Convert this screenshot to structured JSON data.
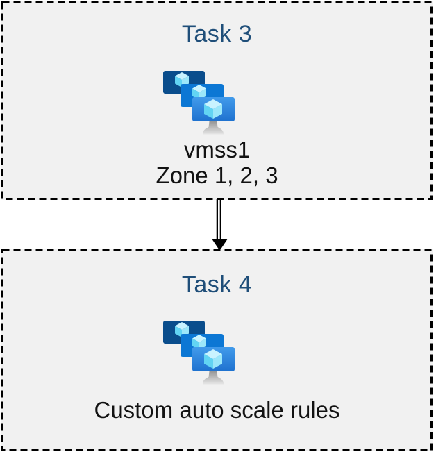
{
  "colors": {
    "page_bg": "#ffffff",
    "box_bg": "#f1f1f1",
    "box_border": "#000000",
    "title_blue": "#1f4e79",
    "text_black": "#121212",
    "monitor_dark": "#0a4d8c",
    "monitor_mid": "#0c77d4",
    "monitor_front_top": "#429beb",
    "monitor_front_bottom": "#1e71cf",
    "cube_top": "#c9f3ff",
    "cube_left": "#62d4f3",
    "cube_right": "#9be7fa",
    "stand_top": "#969696",
    "stand_bottom": "#e6e6e6",
    "arrow_color": "#000000"
  },
  "diagram": {
    "tasks": [
      {
        "title": "Task 3",
        "icon": "vm-scale-sets-icon",
        "lines": [
          "vmss1",
          "Zone 1, 2, 3"
        ]
      },
      {
        "title": "Task 4",
        "icon": "vm-scale-sets-icon",
        "lines": [
          "Custom auto scale rules"
        ]
      }
    ],
    "connector": {
      "from": "Task 3",
      "to": "Task 4",
      "direction": "down",
      "style": "double-line-arrow"
    }
  }
}
